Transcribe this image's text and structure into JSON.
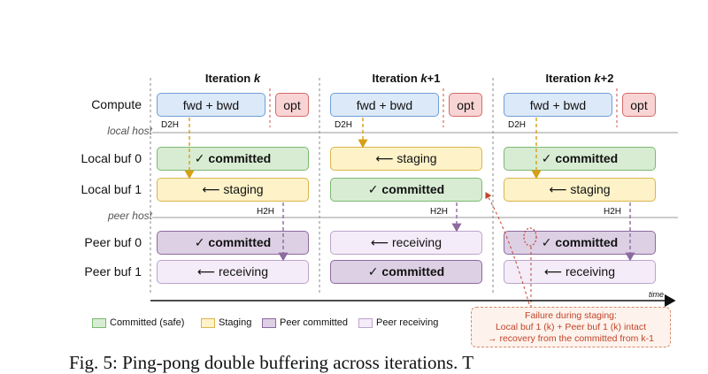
{
  "rows": {
    "compute": "Compute",
    "local_buf_0": "Local buf 0",
    "local_buf_1": "Local buf 1",
    "peer_buf_0": "Peer buf 0",
    "peer_buf_1": "Peer buf 1"
  },
  "hosts": {
    "local": "local host",
    "peer": "peer host"
  },
  "iterations": [
    {
      "prefix": "Iteration ",
      "var": "k",
      "suffix": ""
    },
    {
      "prefix": "Iteration ",
      "var": "k",
      "suffix": "+1"
    },
    {
      "prefix": "Iteration ",
      "var": "k",
      "suffix": "+2"
    }
  ],
  "compute_label": "fwd + bwd",
  "opt_label": "opt",
  "transfer_labels": {
    "d2h": "D2H",
    "h2h": "H2H"
  },
  "cells": [
    {
      "local0": "✓ committed",
      "local1": "⟵ staging",
      "peer0": "✓ committed",
      "peer1": "⟵ receiving"
    },
    {
      "local0": "⟵ staging",
      "local1": "✓ committed",
      "peer0": "⟵ receiving",
      "peer1": "✓ committed"
    },
    {
      "local0": "✓ committed",
      "local1": "⟵ staging",
      "peer0": "✓ committed",
      "peer1": "⟵ receiving"
    }
  ],
  "time_label": "time",
  "legend": [
    {
      "label": "Committed (safe)",
      "fill": "#d8ecd3",
      "stroke": "#7cb870"
    },
    {
      "label": "Staging",
      "fill": "#fdf2c8",
      "stroke": "#d9b64d"
    },
    {
      "label": "Peer committed",
      "fill": "#ddd0e4",
      "stroke": "#8d6aa0"
    },
    {
      "label": "Peer receiving",
      "fill": "#f4ecf8",
      "stroke": "#bda4cc"
    }
  ],
  "callout": {
    "line1": "Failure during staging:",
    "line2": "Local buf 1 (k) + Peer buf 1 (k) intact",
    "line3": "→ recovery from the committed from k-1"
  },
  "caption": "Fig. 5: Ping-pong double buffering across iterations. T",
  "colors": {
    "d2h_arrow": "#d4a017",
    "h2h_arrow": "#8d6aa0",
    "opt_divider": "#d66a6a",
    "failure": "#c1442a",
    "host_line": "#9a9a9a",
    "iter_divider": "#888888"
  }
}
